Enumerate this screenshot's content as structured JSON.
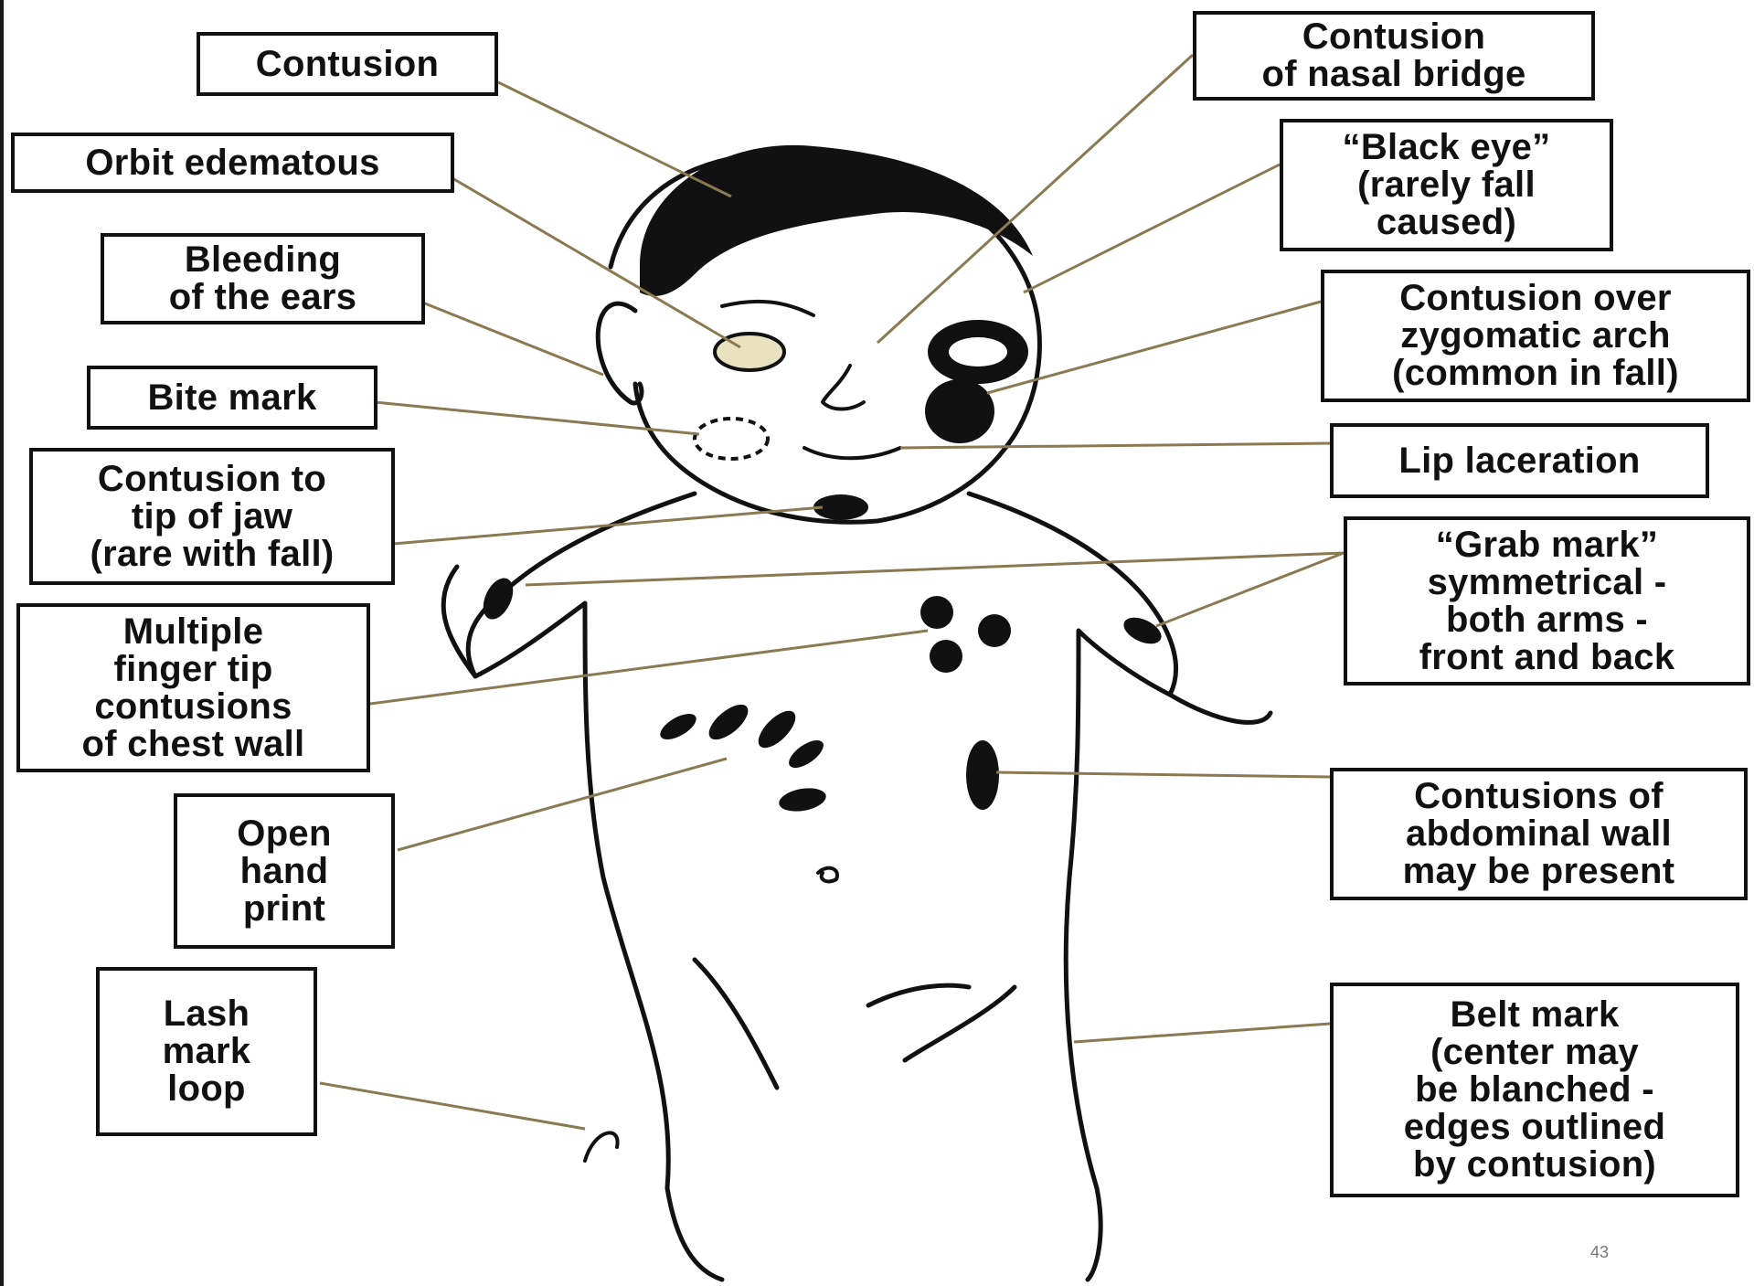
{
  "labels": {
    "contusion": "Contusion",
    "orbit": "Orbit edematous",
    "ears": "Bleeding\nof the ears",
    "bite": "Bite mark",
    "jaw": "Contusion to\ntip of jaw\n(rare with fall)",
    "fingertip": "Multiple\nfinger tip\ncontusions\nof chest wall",
    "handprint": "Open\nhand\nprint",
    "lash": "Lash\nmark\nloop",
    "nasal": "Contusion\nof nasal bridge",
    "blackeye": "“Black eye”\n(rarely fall\ncaused)",
    "zygomatic": "Contusion over\nzygomatic arch\n(common in fall)",
    "lip": "Lip laceration",
    "grab": "“Grab mark”\nsymmetrical -\nboth arms -\nfront and back",
    "abdominal": "Contusions of\nabdominal wall\nmay be present",
    "belt": "Belt mark\n(center may\nbe blanched -\nedges outlined\nby contusion)"
  },
  "page_number": "43",
  "colors": {
    "ink": "#111111",
    "leader_line": "#8a7a52",
    "background": "#ffffff"
  }
}
